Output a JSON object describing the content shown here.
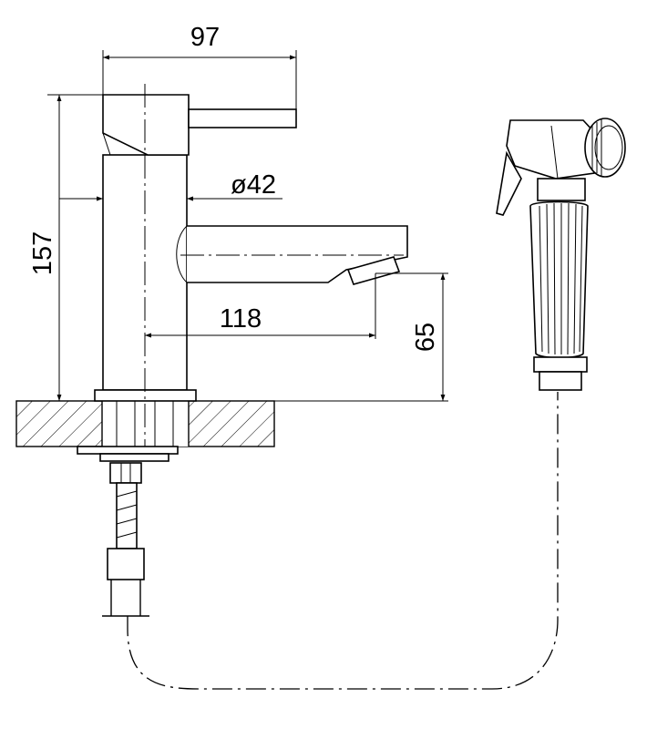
{
  "dimensions": {
    "handle_reach": "97",
    "body_diameter": "ø42",
    "total_height": "157",
    "spout_reach": "118",
    "spout_height": "65"
  }
}
